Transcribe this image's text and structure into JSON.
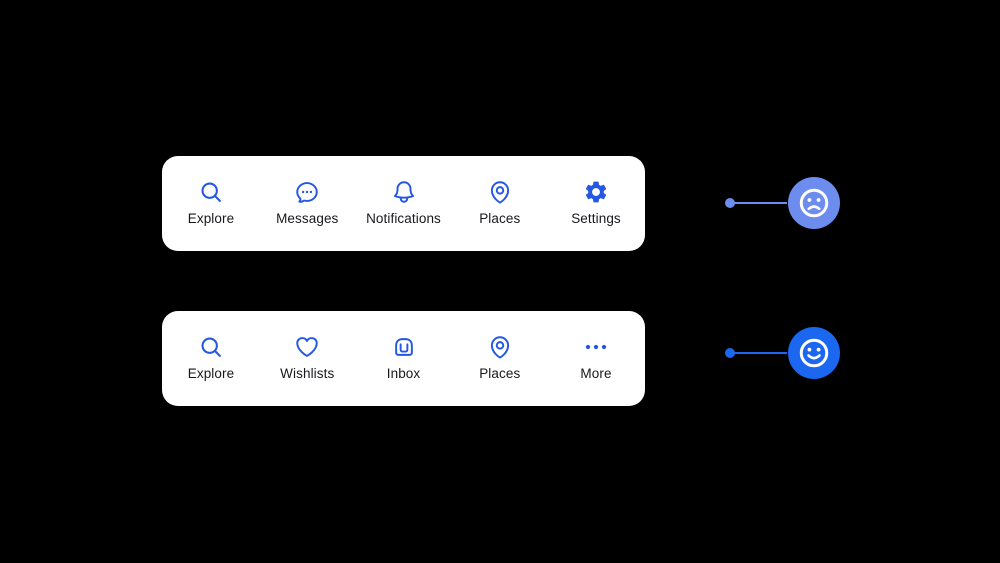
{
  "canvas": {
    "background": "#000000"
  },
  "colors": {
    "bar_background": "#ffffff",
    "nav_icon_blue": "#2458E2",
    "label_color": "#17181C",
    "sad_accent": "#6C8DED",
    "happy_accent": "#1B67F0"
  },
  "bars": [
    {
      "id": "settings-variant",
      "items": [
        {
          "icon": "search-icon",
          "label": "Explore"
        },
        {
          "icon": "chat-bubble-icon",
          "label": "Messages"
        },
        {
          "icon": "bell-icon",
          "label": "Notifications"
        },
        {
          "icon": "map-pin-icon",
          "label": "Places"
        },
        {
          "icon": "gear-icon",
          "label": "Settings"
        }
      ],
      "indicator": {
        "mood": "sad"
      }
    },
    {
      "id": "more-variant",
      "items": [
        {
          "icon": "search-icon",
          "label": "Explore"
        },
        {
          "icon": "heart-icon",
          "label": "Wishlists"
        },
        {
          "icon": "inbox-icon",
          "label": "Inbox"
        },
        {
          "icon": "map-pin-icon",
          "label": "Places"
        },
        {
          "icon": "ellipsis-icon",
          "label": "More"
        }
      ],
      "indicator": {
        "mood": "happy"
      }
    }
  ]
}
